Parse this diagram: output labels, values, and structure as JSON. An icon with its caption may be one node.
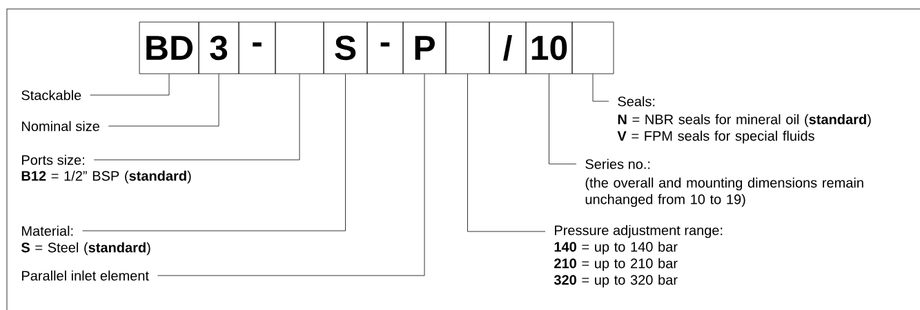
{
  "diagram": {
    "nodes": [
      {
        "text": [
          "BD"
        ]
      },
      {
        "text": [
          "3"
        ]
      },
      {
        "text": [
          "-"
        ]
      },
      {
        "text": [],
        "shape": "box"
      },
      {
        "text": [
          "S"
        ]
      },
      {
        "text": [
          "-"
        ]
      },
      {
        "text": [
          "P"
        ]
      },
      {
        "text": [],
        "shape": "box"
      },
      {
        "text": [
          "/"
        ]
      },
      {
        "text": [
          "10"
        ]
      },
      {
        "text": [],
        "shape": "box"
      },
      {
        "text": [
          "Stackable"
        ]
      },
      {
        "text": [
          "Nominal size"
        ]
      },
      {
        "text": [
          "Ports size:",
          "**B12** = 1/2” BSP (**standard**)"
        ]
      },
      {
        "text": [
          "Material:",
          "**S** = Steel (**standard**)"
        ]
      },
      {
        "text": [
          "Parallel inlet element"
        ]
      },
      {
        "text": [
          "Seals:",
          "**N** = NBR seals for mineral oil (**standard**)",
          "**V** = FPM seals for special fluids"
        ]
      },
      {
        "text": [
          "Series no.:",
          "(the overall and mounting dimensions remain unchanged from 10 to 19)"
        ]
      },
      {
        "text": [
          "Pressure adjustment range:",
          "**140** = up to 140 bar",
          "**210** = up to 210 bar",
          "**320** = up to 320 bar"
        ]
      }
    ],
    "edges": [
      {
        "from": 11,
        "to": 0,
        "arrow": "none"
      },
      {
        "from": 12,
        "to": 1,
        "arrow": "none"
      },
      {
        "from": 13,
        "to": 3,
        "arrow": "none"
      },
      {
        "from": 14,
        "to": 4,
        "arrow": "none"
      },
      {
        "from": 15,
        "to": 6,
        "arrow": "none"
      },
      {
        "from": 16,
        "to": 10,
        "arrow": "none"
      },
      {
        "from": 17,
        "to": 9,
        "arrow": "none"
      },
      {
        "from": 18,
        "to": 7,
        "arrow": "none"
      }
    ]
  }
}
